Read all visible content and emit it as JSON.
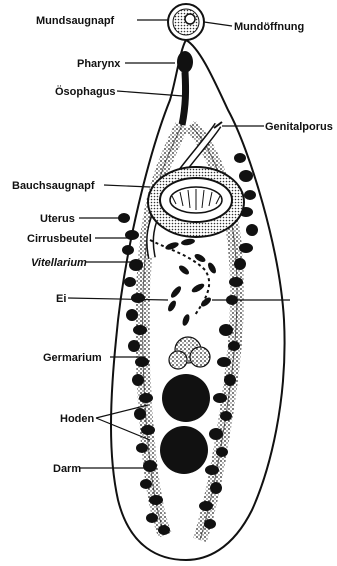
{
  "labels": {
    "mundsaugnapf": "Mundsaugnapf",
    "mundoeffnung": "Mundöffnung",
    "pharynx": "Pharynx",
    "oesophagus": "Ösophagus",
    "genitalporus": "Genitalporus",
    "bauchsaugnapf": "Bauchsaugnapf",
    "uterus": "Uterus",
    "cirrusbeutel": "Cirrusbeutel",
    "vitellarium": "Vitellarium",
    "ei": "Ei",
    "germarium": "Germarium",
    "hoden": "Hoden",
    "darm": "Darm"
  },
  "colors": {
    "ink": "#111111",
    "background": "#ffffff",
    "stipple": "#6b6b6b"
  }
}
